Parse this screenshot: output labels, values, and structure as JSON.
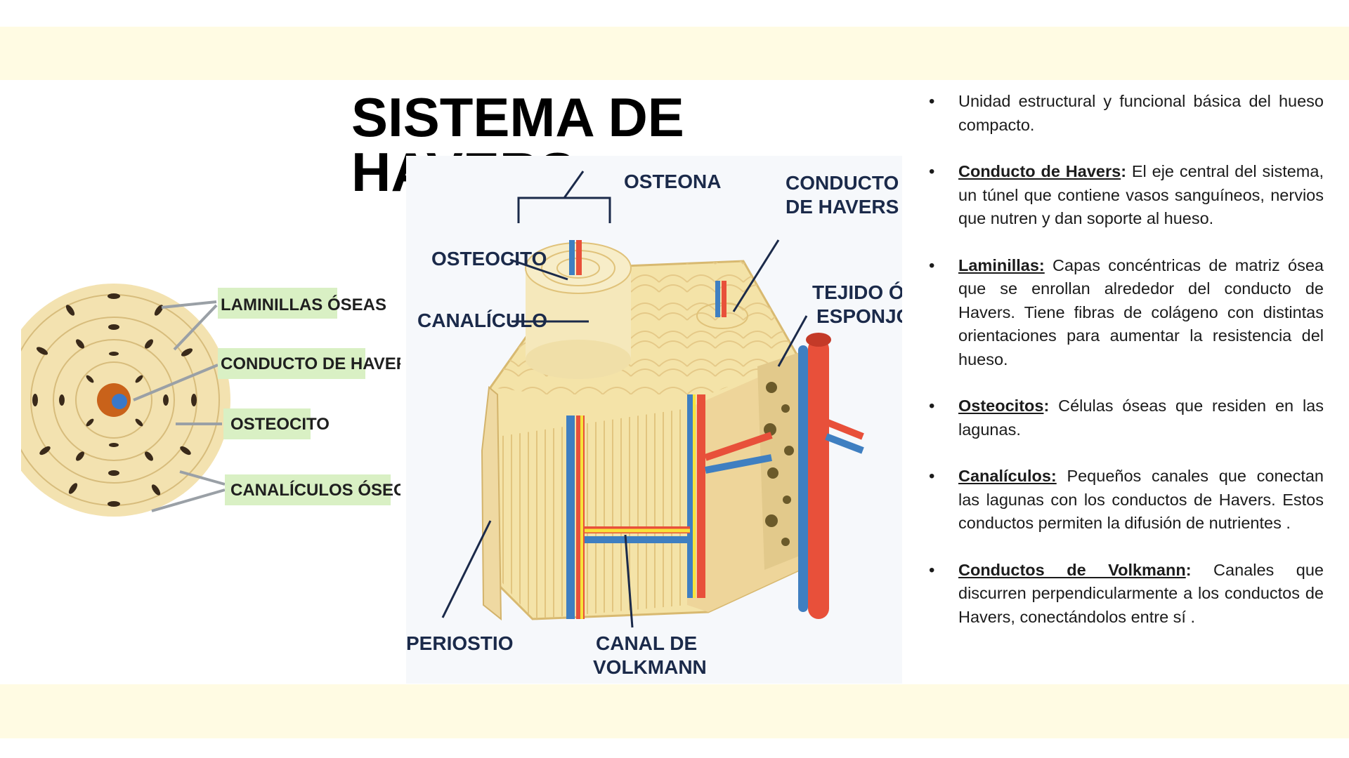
{
  "slide": {
    "title": "SISTEMA DE HAVERS"
  },
  "cross_section": {
    "labels": [
      "LAMINILLAS ÓSEAS",
      "CONDUCTO DE HAVERS",
      "OSTEOCITO",
      "CANALÍCULOS ÓSEOS"
    ],
    "label_bg": "#d9f0c4"
  },
  "diagram": {
    "labels": {
      "osteona": "OSTEONA",
      "conducto_1": "CONDUCTO",
      "conducto_2": "DE HAVERS",
      "osteocito": "OSTEOCITO",
      "canaliculo": "CANALÍCULO",
      "tejido_1": "TEJIDO ÓSEO",
      "tejido_2": "ESPONJOSO",
      "periostio": "PERIOSTIO",
      "canal_1": "CANAL DE",
      "canal_2": "VOLKMANN"
    },
    "colors": {
      "bone": "#f4e3a8",
      "bone_dark": "#e9cf86",
      "artery": "#e8503a",
      "vein": "#3f7fc1",
      "nerve": "#f7e33a"
    }
  },
  "notes": [
    {
      "term": "",
      "colon": "",
      "text": "Unidad estructural y funcional básica del hueso compacto."
    },
    {
      "term": "Conducto de Havers",
      "colon": ":",
      "text": " El eje central del sistema, un túnel que contiene vasos sanguíneos, nervios que nutren y dan soporte al hueso."
    },
    {
      "term": "Laminillas:",
      "colon": "",
      "text": " Capas concéntricas de matriz ósea que se enrollan alrededor del conducto de Havers. Tiene fibras de colágeno con distintas orientaciones para aumentar la resistencia del hueso."
    },
    {
      "term": "Osteocitos",
      "colon": ":",
      "text": " Células óseas que residen en las lagunas."
    },
    {
      "term": "Canalículos:",
      "colon": "",
      "text": " Pequeños canales que conectan las lagunas con los conductos de Havers. Estos conductos permiten la difusión de nutrientes ."
    },
    {
      "term": "Conductos de Volkmann",
      "colon": ":",
      "text": " Canales que discurren perpendicularmente a los conductos de Havers, conectándolos entre sí ."
    }
  ]
}
